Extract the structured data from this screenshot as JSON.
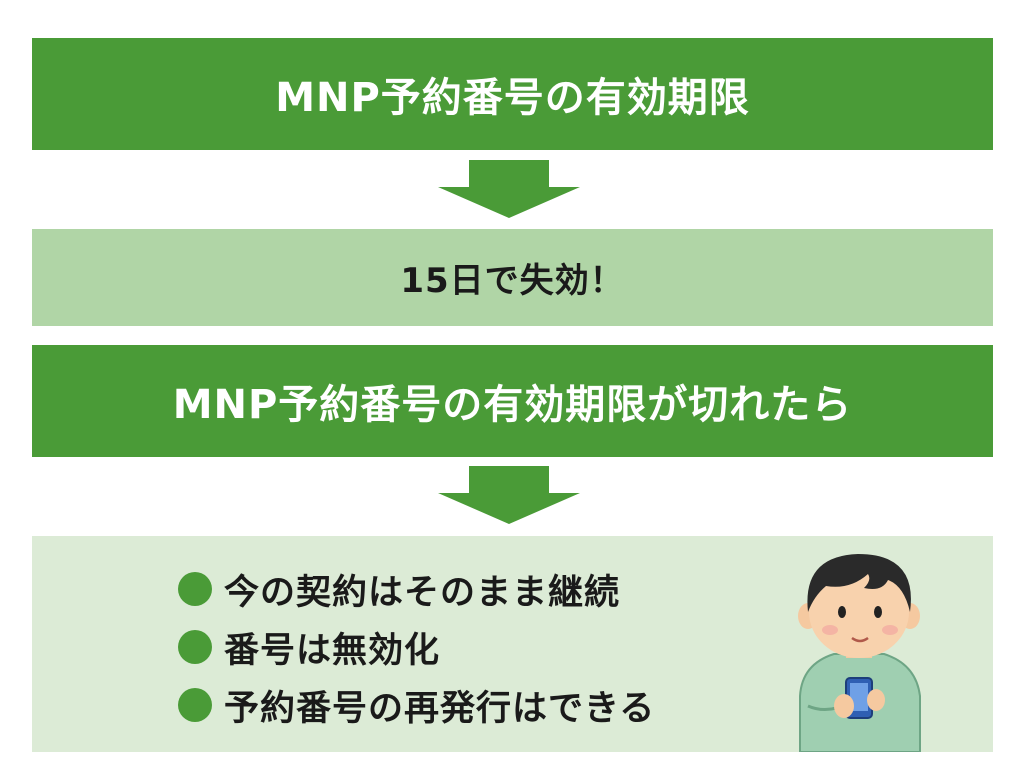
{
  "banner_title": "MNP予約番号の有効期限",
  "expiry_notice": "15日で失効！",
  "banner_expired": "MNP予約番号の有効期限が切れたら",
  "consequences": [
    "今の契約はそのまま継続",
    "番号は無効化",
    "予約番号の再発行はできる"
  ],
  "colors": {
    "dark_green": "#4a9b37",
    "light_green": "#b0d5a6",
    "pale_green": "#dcebd6"
  },
  "illustration": "man-with-smartphone"
}
